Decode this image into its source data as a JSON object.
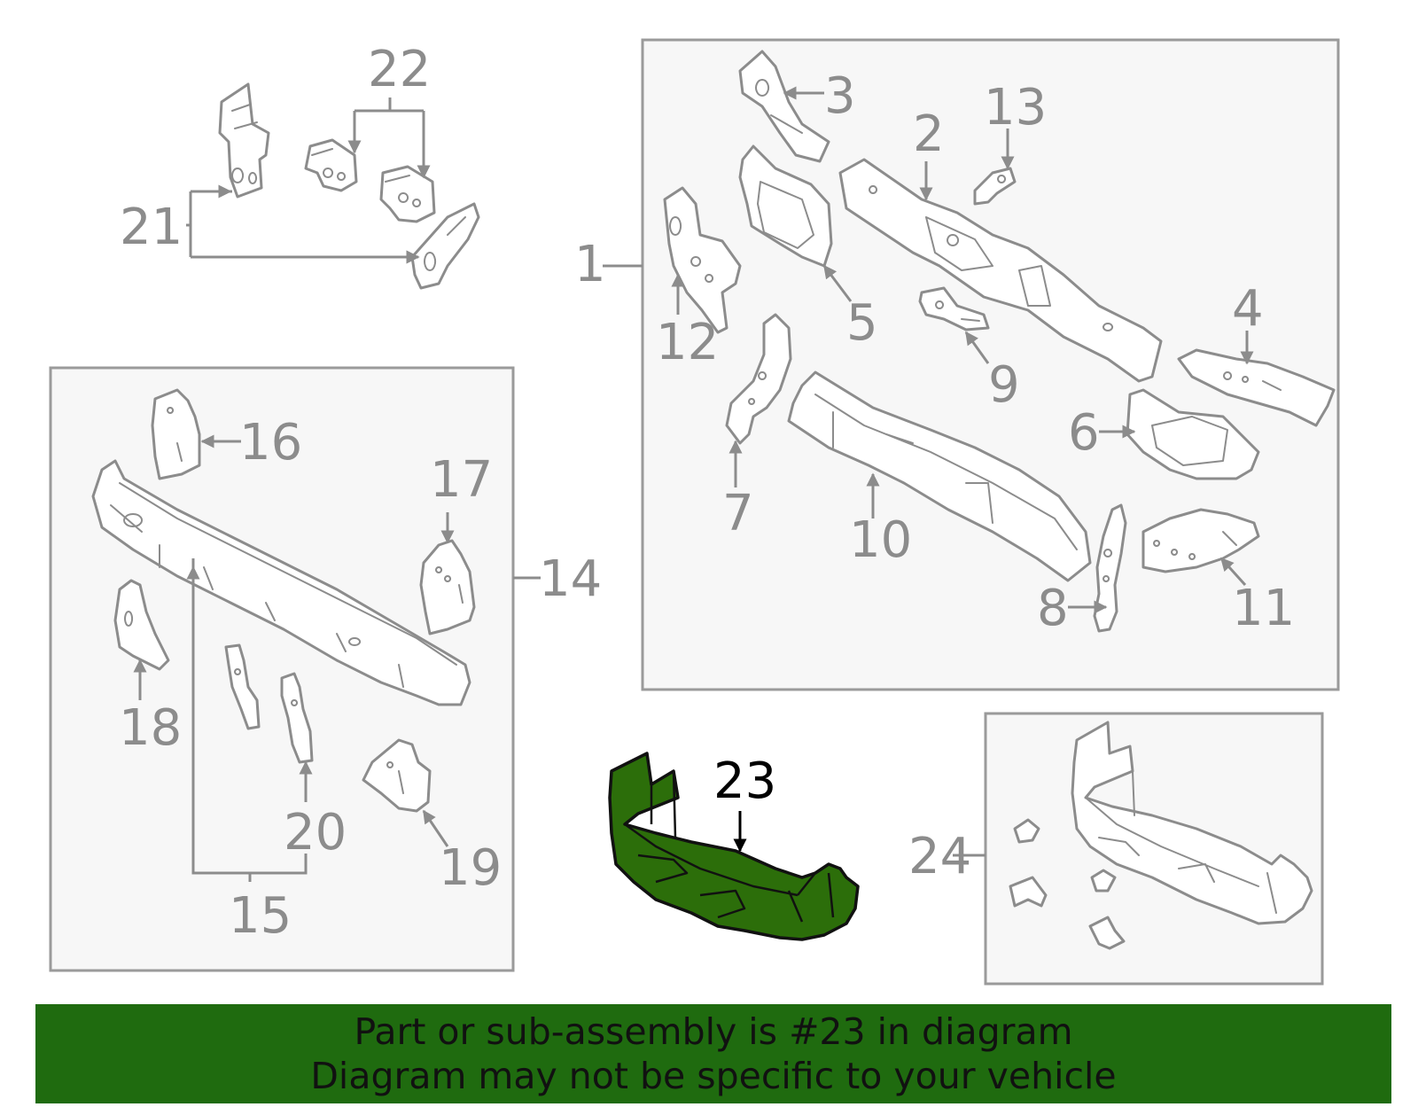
{
  "callouts": {
    "c1": "1",
    "c2": "2",
    "c3": "3",
    "c4": "4",
    "c5": "5",
    "c6": "6",
    "c7": "7",
    "c8": "8",
    "c9": "9",
    "c10": "10",
    "c11": "11",
    "c12": "12",
    "c13": "13",
    "c14": "14",
    "c15": "15",
    "c16": "16",
    "c17": "17",
    "c18": "18",
    "c19": "19",
    "c20": "20",
    "c21": "21",
    "c22": "22",
    "c23": "23",
    "c24": "24"
  },
  "highlight": {
    "part_number": "23",
    "color": "#2c6e0a"
  },
  "footer": {
    "line1": "Part or sub-assembly is #23 in diagram",
    "line2": "Diagram may not be specific to your vehicle",
    "background": "#1f6b0f"
  }
}
